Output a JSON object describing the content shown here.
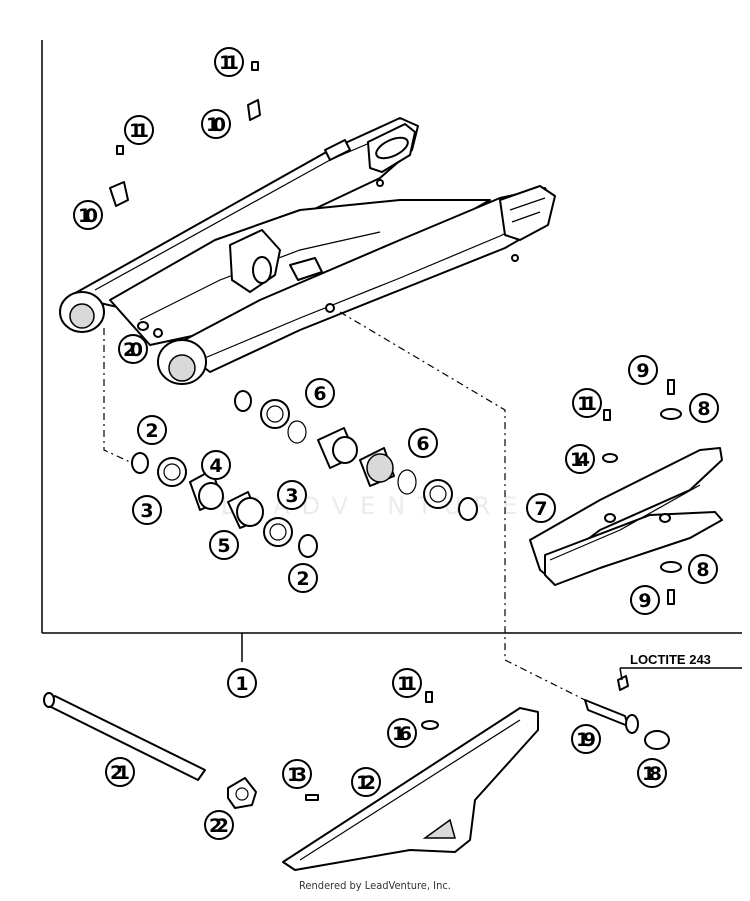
{
  "diagram": {
    "callouts": [
      {
        "id": "c1",
        "label": "1"
      },
      {
        "id": "c2a",
        "label": "2"
      },
      {
        "id": "c2b",
        "label": "2"
      },
      {
        "id": "c3a",
        "label": "3"
      },
      {
        "id": "c3b",
        "label": "3"
      },
      {
        "id": "c4",
        "label": "4"
      },
      {
        "id": "c5",
        "label": "5"
      },
      {
        "id": "c6a",
        "label": "6"
      },
      {
        "id": "c6b",
        "label": "6"
      },
      {
        "id": "c7",
        "label": "7"
      },
      {
        "id": "c8a",
        "label": "8"
      },
      {
        "id": "c8b",
        "label": "8"
      },
      {
        "id": "c9a",
        "label": "9"
      },
      {
        "id": "c9b",
        "label": "9"
      },
      {
        "id": "c10a",
        "label": "10"
      },
      {
        "id": "c10b",
        "label": "10"
      },
      {
        "id": "c11a",
        "label": "11"
      },
      {
        "id": "c11b",
        "label": "11"
      },
      {
        "id": "c11c",
        "label": "11"
      },
      {
        "id": "c11d",
        "label": "11"
      },
      {
        "id": "c12",
        "label": "12"
      },
      {
        "id": "c13",
        "label": "13"
      },
      {
        "id": "c14",
        "label": "14"
      },
      {
        "id": "c16",
        "label": "16"
      },
      {
        "id": "c18",
        "label": "18"
      },
      {
        "id": "c19",
        "label": "19"
      },
      {
        "id": "c20",
        "label": "20"
      },
      {
        "id": "c21",
        "label": "21"
      },
      {
        "id": "c22",
        "label": "22"
      }
    ],
    "loctite_note": "LOCTITE 243",
    "watermark": "LEADVENTURE",
    "footer": "Rendered by LeadVenture, Inc."
  }
}
